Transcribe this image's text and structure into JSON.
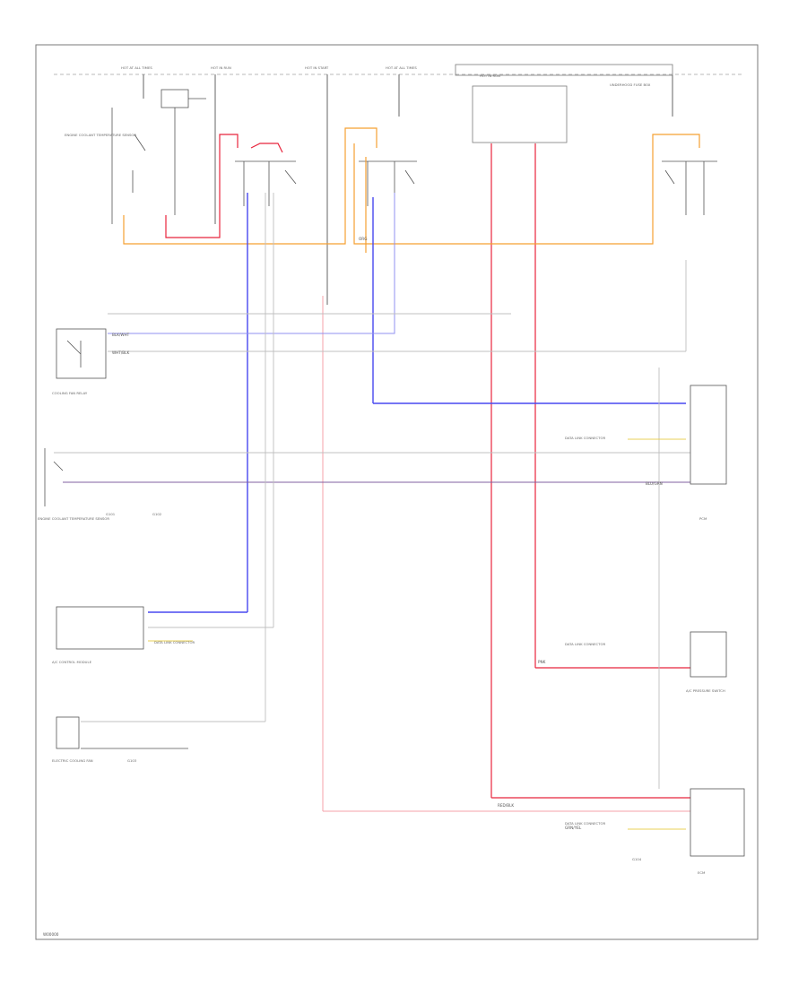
{
  "colors": {
    "border": "#7a7a7a",
    "wire_grey": "#b8b8b8",
    "wire_dark": "#555555",
    "wire_red": "#e8243c",
    "wire_pink": "#f4a0aa",
    "wire_orange": "#f5a032",
    "wire_blue": "#4848f0",
    "wire_lightblue": "#9090f0",
    "wire_purple": "#8060a0",
    "wire_yellow": "#e8d058",
    "text": "#555555",
    "background": "#ffffff"
  },
  "labels": {
    "diagram_id": "W00000",
    "top_fuse_1": "HOT AT ALL TIMES",
    "top_fuse_2": "HOT IN RUN",
    "top_fuse_3": "HOT IN START",
    "top_fuse_4": "HOT AT ALL TIMES",
    "top_fuse_5": "HOT IN RUN",
    "underhood_box": "UNDERHOOD FUSE BOX",
    "engine_coolant_temp_sensor": "ENGINE COOLANT TEMPERATURE SENSOR",
    "cooling_fan_relay": "COOLING FAN RELAY",
    "ecm": "ECM",
    "pcm_label": "PCM",
    "ac_control_module": "A/C CONTROL MODULE",
    "electric_cooling_fan": "ELECTRIC COOLING FAN",
    "ac_pressure_switch": "A/C PRESSURE SWITCH",
    "engine_coolant_sensor_left": "ENGINE COOLANT TEMPERATURE SENSOR",
    "data_link_1": "DATA LINK CONNECTOR",
    "data_link_2": "DATA LINK CONNECTOR",
    "data_link_3": "DATA LINK CONNECTOR",
    "data_link_4": "DATA LINK CONNECTOR",
    "ground_1": "G101",
    "ground_2": "G102",
    "ground_3": "G103",
    "ground_4": "G104",
    "blk_wht": "BLK/WHT",
    "wht_blk": "WHT/BLK",
    "blu_grn": "BLU/GRN",
    "red_blk": "RED/BLK",
    "grn_yel": "GRN/YEL",
    "pnk": "PNK",
    "org": "ORG"
  }
}
